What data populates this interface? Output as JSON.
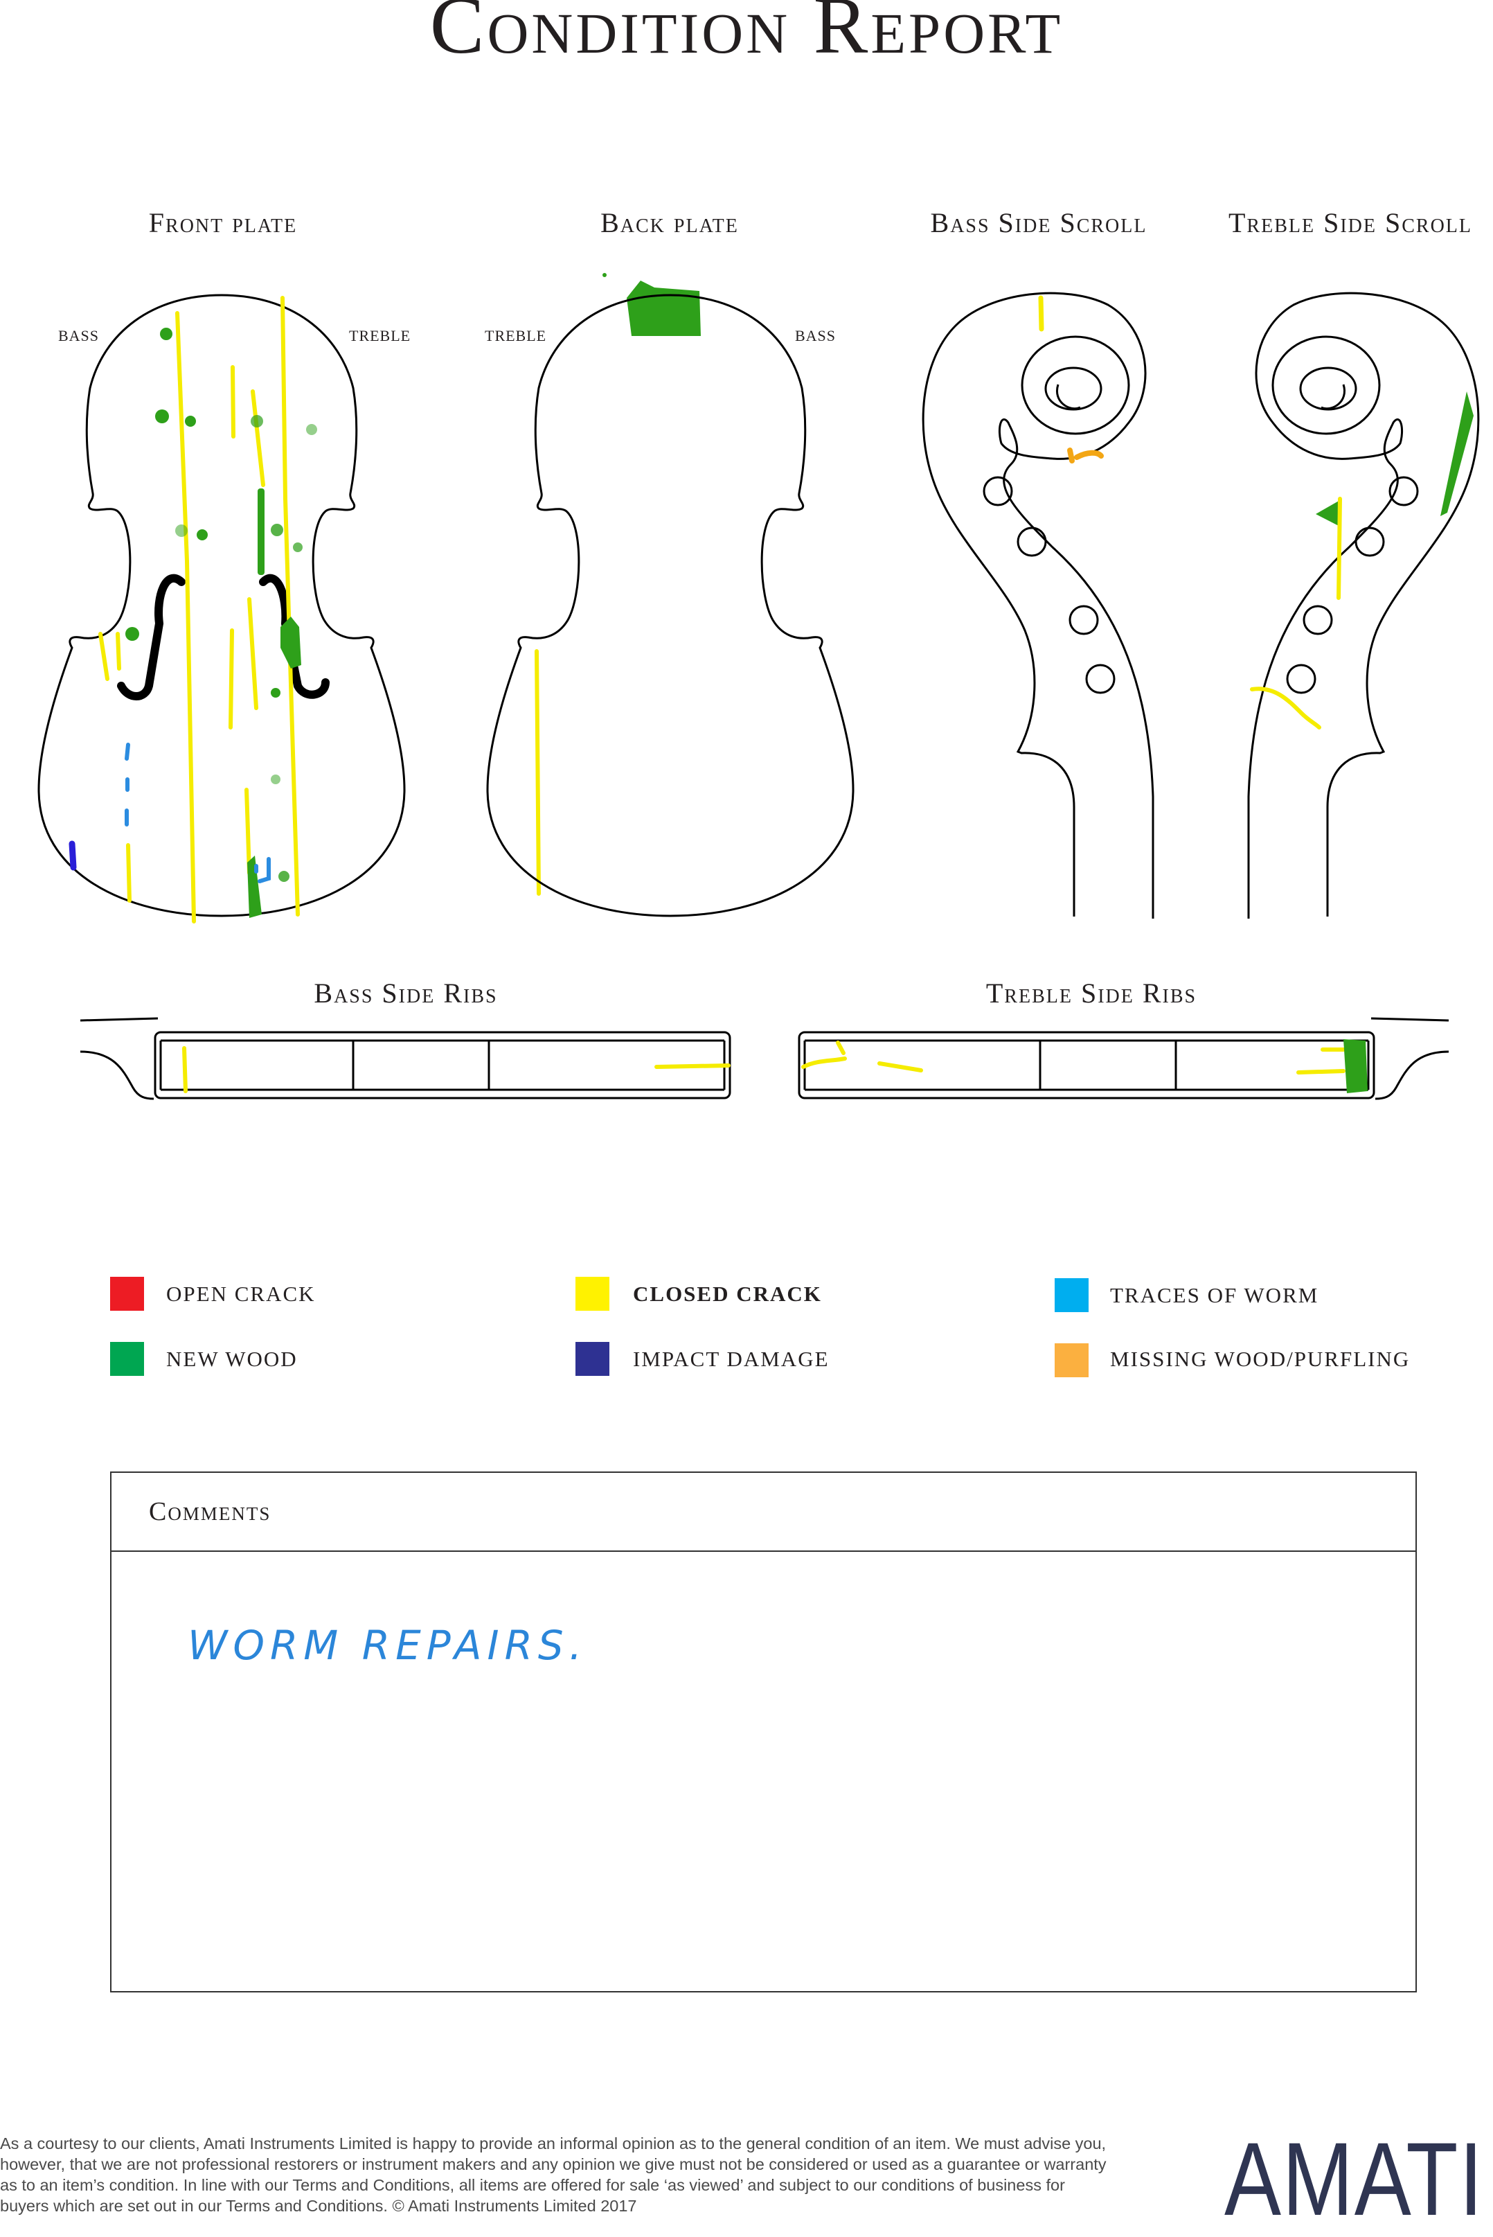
{
  "header": {
    "title": "Condition Report"
  },
  "diagrams": {
    "front_plate": {
      "label": "Front plate",
      "left_side": "Bass",
      "right_side": "Treble"
    },
    "back_plate": {
      "label": "Back plate",
      "left_side": "Treble",
      "right_side": "Bass"
    },
    "bass_side_scroll": {
      "label": "Bass Side Scroll"
    },
    "treble_side_scroll": {
      "label": "Treble Side Scroll"
    },
    "bass_side_ribs": {
      "label": "Bass Side Ribs"
    },
    "treble_side_ribs": {
      "label": "Treble Side Ribs"
    }
  },
  "legend": [
    {
      "label": "Open crack",
      "color": "#ed1c24"
    },
    {
      "label": "Closed crack",
      "color": "#fff200"
    },
    {
      "label": "Traces of worm",
      "color": "#00aeef"
    },
    {
      "label": "New wood",
      "color": "#00a651"
    },
    {
      "label": "Impact damage",
      "color": "#2e3192"
    },
    {
      "label": "Missing wood/purfling",
      "color": "#fbb040"
    }
  ],
  "comments": {
    "label": "Comments",
    "text": "WORM REPAIRS."
  },
  "footer": {
    "disclaimer": "As a courtesy to our clients, Amati Instruments Limited is happy to provide an informal opinion as to the general condition of an item. We must advise you, however, that we are not professional restorers or instrument makers and any opinion we give must not be considered or used as a guarantee or warranty as to an item’s condition. In line with our Terms and Conditions, all items are offered for sale ‘as viewed’ and subject to our conditions of business for buyers which are set out in our Terms and Conditions. © Amati Instruments Limited 2017",
    "logo": "AMATI"
  }
}
